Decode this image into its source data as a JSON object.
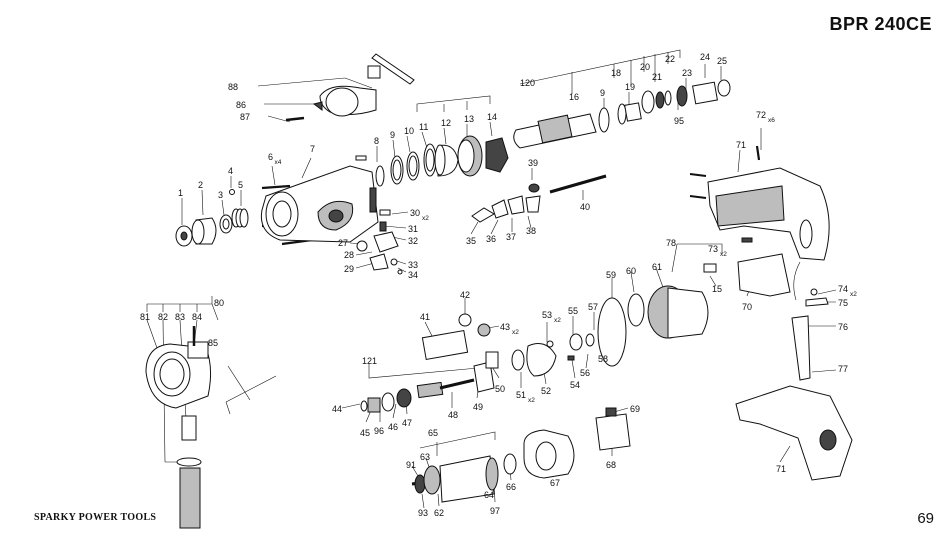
{
  "header": {
    "model": "BPR 240CE"
  },
  "footer": {
    "brand": "SPARKY POWER TOOLS",
    "page": "69"
  },
  "parts": [
    {
      "id": "p1",
      "label": "1"
    },
    {
      "id": "p2",
      "label": "2"
    },
    {
      "id": "p3",
      "label": "3"
    },
    {
      "id": "p4",
      "label": "4"
    },
    {
      "id": "p5",
      "label": "5"
    },
    {
      "id": "p6",
      "label": "6",
      "qty": "x4"
    },
    {
      "id": "p7",
      "label": "7"
    },
    {
      "id": "p8",
      "label": "8"
    },
    {
      "id": "p9a",
      "label": "9"
    },
    {
      "id": "p10",
      "label": "10"
    },
    {
      "id": "p11",
      "label": "11"
    },
    {
      "id": "p12",
      "label": "12"
    },
    {
      "id": "p13",
      "label": "13"
    },
    {
      "id": "p14",
      "label": "14"
    },
    {
      "id": "p120",
      "label": "120"
    },
    {
      "id": "p16",
      "label": "16"
    },
    {
      "id": "p9b",
      "label": "9"
    },
    {
      "id": "p18",
      "label": "18"
    },
    {
      "id": "p19",
      "label": "19"
    },
    {
      "id": "p20",
      "label": "20"
    },
    {
      "id": "p21",
      "label": "21"
    },
    {
      "id": "p22",
      "label": "22"
    },
    {
      "id": "p23",
      "label": "23"
    },
    {
      "id": "p24",
      "label": "24"
    },
    {
      "id": "p25",
      "label": "25"
    },
    {
      "id": "p95",
      "label": "95"
    },
    {
      "id": "p88",
      "label": "88"
    },
    {
      "id": "p86",
      "label": "86"
    },
    {
      "id": "p87",
      "label": "87"
    },
    {
      "id": "p72",
      "label": "72",
      "qty": "x6"
    },
    {
      "id": "p71a",
      "label": "71"
    },
    {
      "id": "p39",
      "label": "39"
    },
    {
      "id": "p40",
      "label": "40"
    },
    {
      "id": "p30",
      "label": "30",
      "qty": "x2"
    },
    {
      "id": "p31",
      "label": "31"
    },
    {
      "id": "p32",
      "label": "32"
    },
    {
      "id": "p27",
      "label": "27"
    },
    {
      "id": "p28",
      "label": "28"
    },
    {
      "id": "p29",
      "label": "29"
    },
    {
      "id": "p33",
      "label": "33"
    },
    {
      "id": "p34",
      "label": "34"
    },
    {
      "id": "p35",
      "label": "35"
    },
    {
      "id": "p36",
      "label": "36"
    },
    {
      "id": "p37",
      "label": "37"
    },
    {
      "id": "p38",
      "label": "38"
    },
    {
      "id": "p78",
      "label": "78"
    },
    {
      "id": "p73",
      "label": "73",
      "qty": "x2"
    },
    {
      "id": "p59",
      "label": "59"
    },
    {
      "id": "p60",
      "label": "60"
    },
    {
      "id": "p61",
      "label": "61"
    },
    {
      "id": "p15",
      "label": "15"
    },
    {
      "id": "p70",
      "label": "70"
    },
    {
      "id": "p74",
      "label": "74",
      "qty": "x2"
    },
    {
      "id": "p75",
      "label": "75"
    },
    {
      "id": "p76",
      "label": "76"
    },
    {
      "id": "p77",
      "label": "77"
    },
    {
      "id": "p80",
      "label": "80"
    },
    {
      "id": "p81",
      "label": "81"
    },
    {
      "id": "p82",
      "label": "82"
    },
    {
      "id": "p83",
      "label": "83"
    },
    {
      "id": "p84",
      "label": "84"
    },
    {
      "id": "p85",
      "label": "85"
    },
    {
      "id": "p42",
      "label": "42"
    },
    {
      "id": "p41",
      "label": "41"
    },
    {
      "id": "p43",
      "label": "43",
      "qty": "x2"
    },
    {
      "id": "p53",
      "label": "53",
      "qty": "x2"
    },
    {
      "id": "p55",
      "label": "55"
    },
    {
      "id": "p57",
      "label": "57"
    },
    {
      "id": "p58",
      "label": "58"
    },
    {
      "id": "p56",
      "label": "56"
    },
    {
      "id": "p54",
      "label": "54"
    },
    {
      "id": "p52",
      "label": "52"
    },
    {
      "id": "p51",
      "label": "51",
      "qty": "x2"
    },
    {
      "id": "p50",
      "label": "50"
    },
    {
      "id": "p49",
      "label": "49"
    },
    {
      "id": "p48",
      "label": "48"
    },
    {
      "id": "p121",
      "label": "121"
    },
    {
      "id": "p44",
      "label": "44"
    },
    {
      "id": "p45",
      "label": "45"
    },
    {
      "id": "p96",
      "label": "96"
    },
    {
      "id": "p46",
      "label": "46"
    },
    {
      "id": "p47",
      "label": "47"
    },
    {
      "id": "p69",
      "label": "69"
    },
    {
      "id": "p68",
      "label": "68"
    },
    {
      "id": "p65",
      "label": "65"
    },
    {
      "id": "p91",
      "label": "91"
    },
    {
      "id": "p63",
      "label": "63"
    },
    {
      "id": "p93",
      "label": "93"
    },
    {
      "id": "p62",
      "label": "62"
    },
    {
      "id": "p64",
      "label": "64"
    },
    {
      "id": "p97",
      "label": "97"
    },
    {
      "id": "p66",
      "label": "66"
    },
    {
      "id": "p67",
      "label": "67"
    },
    {
      "id": "p71b",
      "label": "71"
    }
  ]
}
